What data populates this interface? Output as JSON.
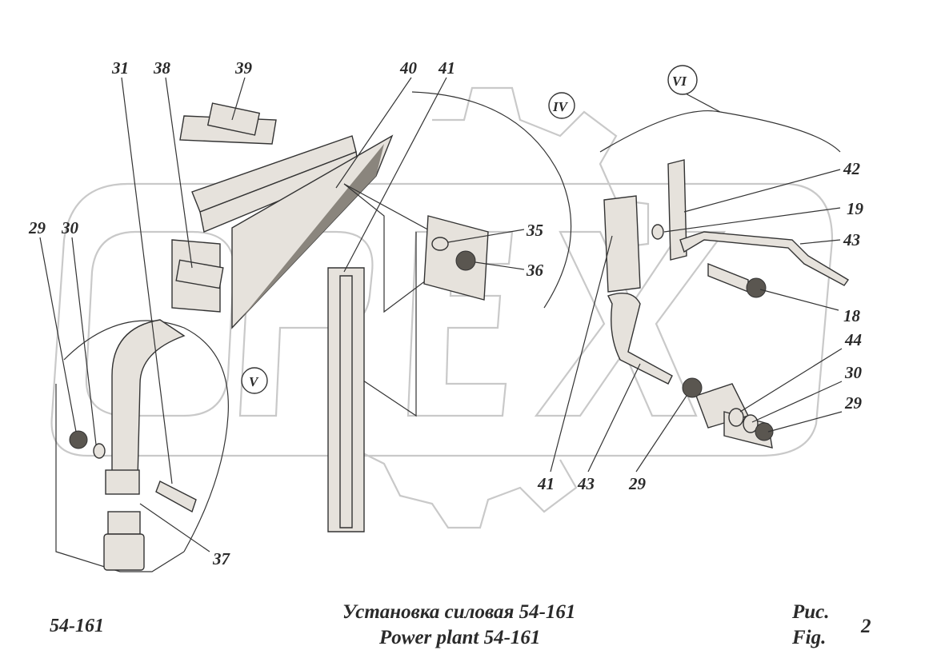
{
  "diagram": {
    "part_numbers": {
      "p31": "31",
      "p38": "38",
      "p39": "39",
      "p40": "40",
      "p41_top": "41",
      "p29_left": "29",
      "p30_left": "30",
      "p35": "35",
      "p36": "36",
      "p42": "42",
      "p19": "19",
      "p43_right": "43",
      "p18": "18",
      "p44": "44",
      "p30_right": "30",
      "p29_right": "29",
      "p41_bottom": "41",
      "p43_bottom": "43",
      "p29_bottom": "29",
      "p37": "37"
    },
    "views": {
      "v4": "IV",
      "v5": "V",
      "v6": "VI"
    }
  },
  "caption": {
    "code": "54-161",
    "title_ru": "Установка силовая 54-161",
    "title_en": "Power plant 54-161",
    "fig_ru": "Рис.",
    "fig_en": "Fig.",
    "fig_number": "2"
  },
  "watermark": {
    "text": "OPEX"
  }
}
